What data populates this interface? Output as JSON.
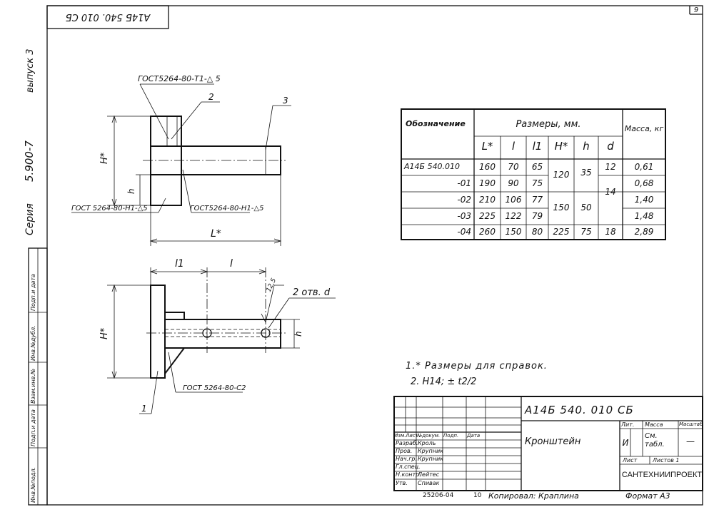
{
  "page_number": "9",
  "top_stamp": "А14Б 540. 010 СБ",
  "side": {
    "series_label": "Серия",
    "series_value": "5.900-7",
    "issue": "выпуск 3",
    "fields": [
      "Инв.№подл.",
      "Подп.и дата",
      "Взам.инв.№",
      "Инв.№дубл.",
      "Подп.и дата"
    ]
  },
  "drawing": {
    "weld_top": "ГОСТ5264-80-Т1-△ 5",
    "weld_left": "ГОСТ 5264-80-Н1-△5",
    "weld_mid": "ГОСТ5264-80-Н1-△5",
    "weld_bottom": "ГОСТ 5264-80-С2",
    "callout_1": "1",
    "callout_2": "2",
    "callout_3": "3",
    "dim_H_top": "Н*",
    "dim_h_top": "h",
    "dim_L": "L*",
    "dim_l1": "l1",
    "dim_l": "l",
    "holes_label": "2 отв. d",
    "roughness": "12,5",
    "dim_H_bottom": "Н*",
    "dim_h_bottom": "h"
  },
  "table": {
    "header_designation": "Обозначение",
    "header_dims": "Размеры, мм.",
    "header_mass": "Масса, кг",
    "sub": [
      "L*",
      "l",
      "l1",
      "H*",
      "h",
      "d"
    ],
    "rows": [
      {
        "code": "А14Б 540.010",
        "L": "160",
        "l": "70",
        "l1": "65",
        "mass": "0,61"
      },
      {
        "code": "-01",
        "L": "190",
        "l": "90",
        "l1": "75",
        "mass": "0,68"
      },
      {
        "code": "-02",
        "L": "210",
        "l": "106",
        "l1": "77",
        "mass": "1,40"
      },
      {
        "code": "-03",
        "L": "225",
        "l": "122",
        "l1": "79",
        "mass": "1,48"
      },
      {
        "code": "-04",
        "L": "260",
        "l": "150",
        "l1": "80",
        "mass": "2,89"
      }
    ],
    "merged": {
      "H_a": "120",
      "h_a": "35",
      "H_b": "150",
      "h_b": "50",
      "H_c": "225",
      "h_c": "75",
      "d_a": "12",
      "d_b": "14",
      "d_c": "18"
    }
  },
  "notes": [
    "1.* Размеры для справок.",
    "2. Н14; ± t2/2"
  ],
  "title_block": {
    "code": "А14Б 540. 010 СБ",
    "name": "Кронштейн",
    "col_heads": [
      "Изм.",
      "Лист",
      "№докум.",
      "Подп.",
      "Дата"
    ],
    "roles": [
      {
        "role": "Разраб.",
        "name": "Кроль"
      },
      {
        "role": "Пров.",
        "name": "Крупник"
      },
      {
        "role": "Нач.гр.",
        "name": "Крупник"
      },
      {
        "role": "Гл.спец.",
        "name": ""
      },
      {
        "role": "Н.контр.",
        "name": "Лейтес"
      },
      {
        "role": "Утв.",
        "name": "Спивак"
      }
    ],
    "lit": "Лит.",
    "mass": "Масса",
    "scale": "Масштаб",
    "lit_val": "И",
    "mass_val": "См. табл.",
    "scale_val": "—",
    "sheet": "Лист",
    "sheets": "Листов 1",
    "org": "САНТЕХНИИПРОЕКТ"
  },
  "footer": {
    "num": "25206-04",
    "sub": "10",
    "copied": "Копировал: Краплина",
    "format": "Формат А3"
  }
}
